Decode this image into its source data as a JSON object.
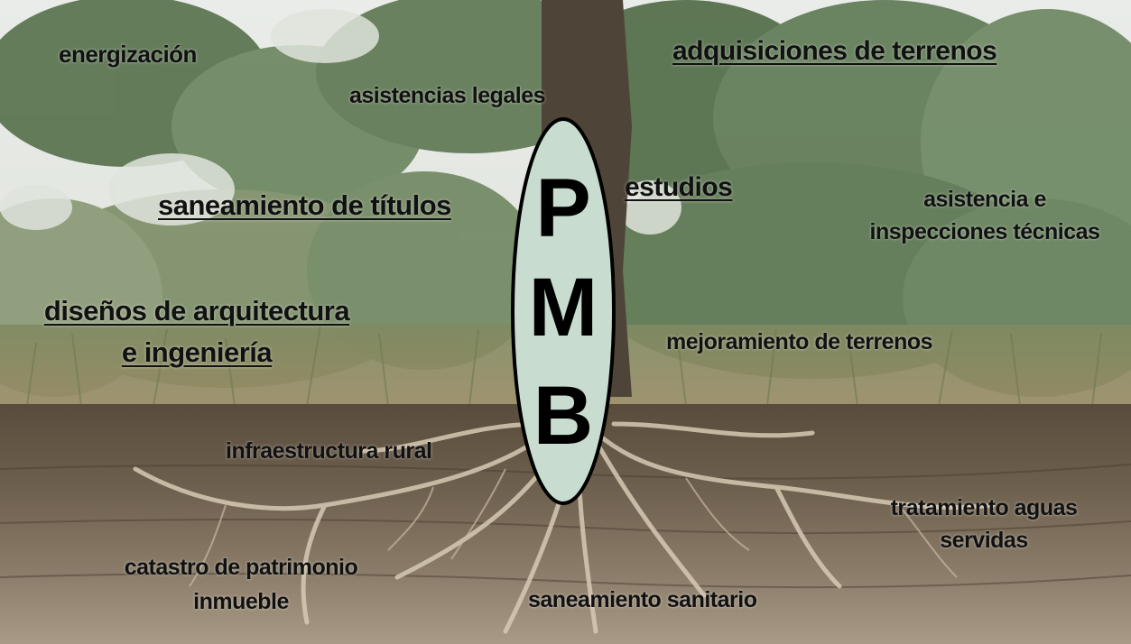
{
  "center_oval": {
    "letters": [
      "P",
      "M",
      "B"
    ],
    "fill_color": "#c8ddd0",
    "stroke_color": "#000000"
  },
  "labels": {
    "energizacion": "energización",
    "asistencias_legales": "asistencias legales",
    "adquisiciones": "adquisiciones  de terrenos",
    "saneamiento_titulos": "saneamiento  de títulos",
    "estudios": "estudios",
    "asistencia_line1": "asistencia e",
    "asistencia_line2": "inspecciones técnicas",
    "disenos_line1": "diseños de arquitectura",
    "disenos_line2": "e ingeniería",
    "mejoramiento": "mejoramiento de terrenos",
    "infraestructura": "infraestructura rural",
    "tratamiento_line1": "tratamiento aguas",
    "tratamiento_line2": "servidas",
    "catastro_line1": "catastro de patrimonio",
    "catastro_line2": "inmueble",
    "saneamiento_sanitario": "saneamiento sanitario"
  },
  "colors": {
    "sky": "#eef1ee",
    "foliage": "#5f7a55",
    "soil": "#6a5a48",
    "text": "#111111"
  }
}
